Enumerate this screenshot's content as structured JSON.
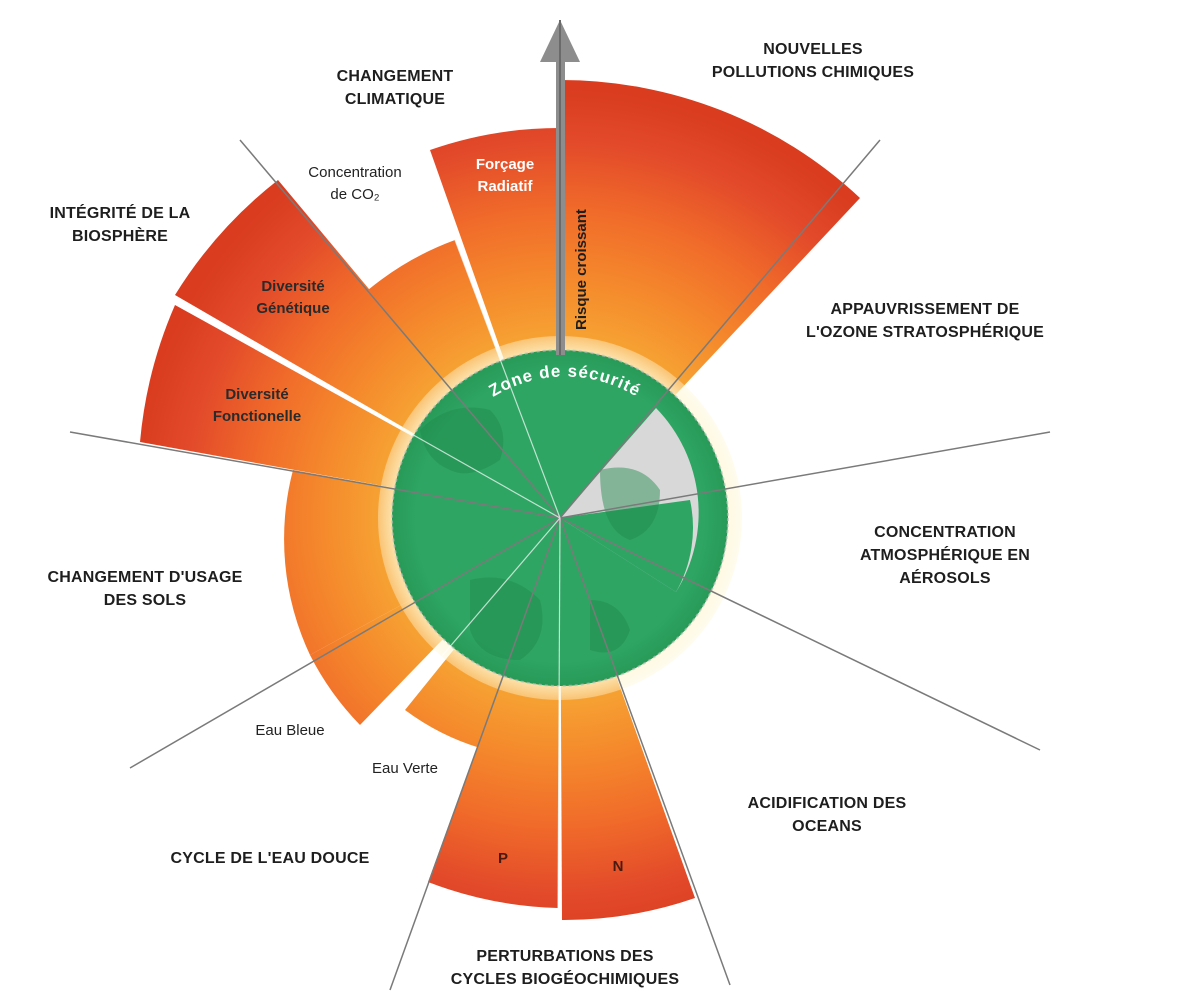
{
  "colors": {
    "safe_zone": "#2ea563",
    "safe_zone_dark": "#1f8a4b",
    "risk_yellow": "#f6a935",
    "risk_orange": "#f26a2b",
    "risk_red": "#d93c1f",
    "arrow": "#8d8d8d",
    "grey_zone": "#d9d9d9"
  },
  "center": {
    "label": "Zone de sécurité"
  },
  "arrow": {
    "label": "Risque croissant"
  },
  "categories": {
    "nouvelles_pollutions": "NOUVELLES\nPOLLUTIONS CHIMIQUES",
    "ozone": "APPAUVRISSEMENT DE\nL'OZONE STRATOSPHÉRIQUE",
    "aerosols": "CONCENTRATION\nATMOSPHÉRIQUE EN\nAÉROSOLS",
    "oceans": "ACIDIFICATION DES\nOCEANS",
    "biogeochimiques": "PERTURBATIONS DES\nCYCLES BIOGÉOCHIMIQUES",
    "eau_douce": "CYCLE DE L'EAU DOUCE",
    "usage_sols": "CHANGEMENT D'USAGE\nDES SOLS",
    "biosphere": "INTÉGRITÉ DE LA\nBIOSPHÈRE",
    "climat": "CHANGEMENT\nCLIMATIQUE"
  },
  "sub_labels": {
    "co2": "Concentration\nde CO₂",
    "forcage": "Forçage\nRadiatif",
    "diversite_genetique": "Diversité\nGénétique",
    "diversite_fonctionnelle": "Diversité\nFonctionelle",
    "eau_bleue": "Eau Bleue",
    "eau_verte": "Eau Verte",
    "phosphore": "P",
    "azote": "N"
  }
}
